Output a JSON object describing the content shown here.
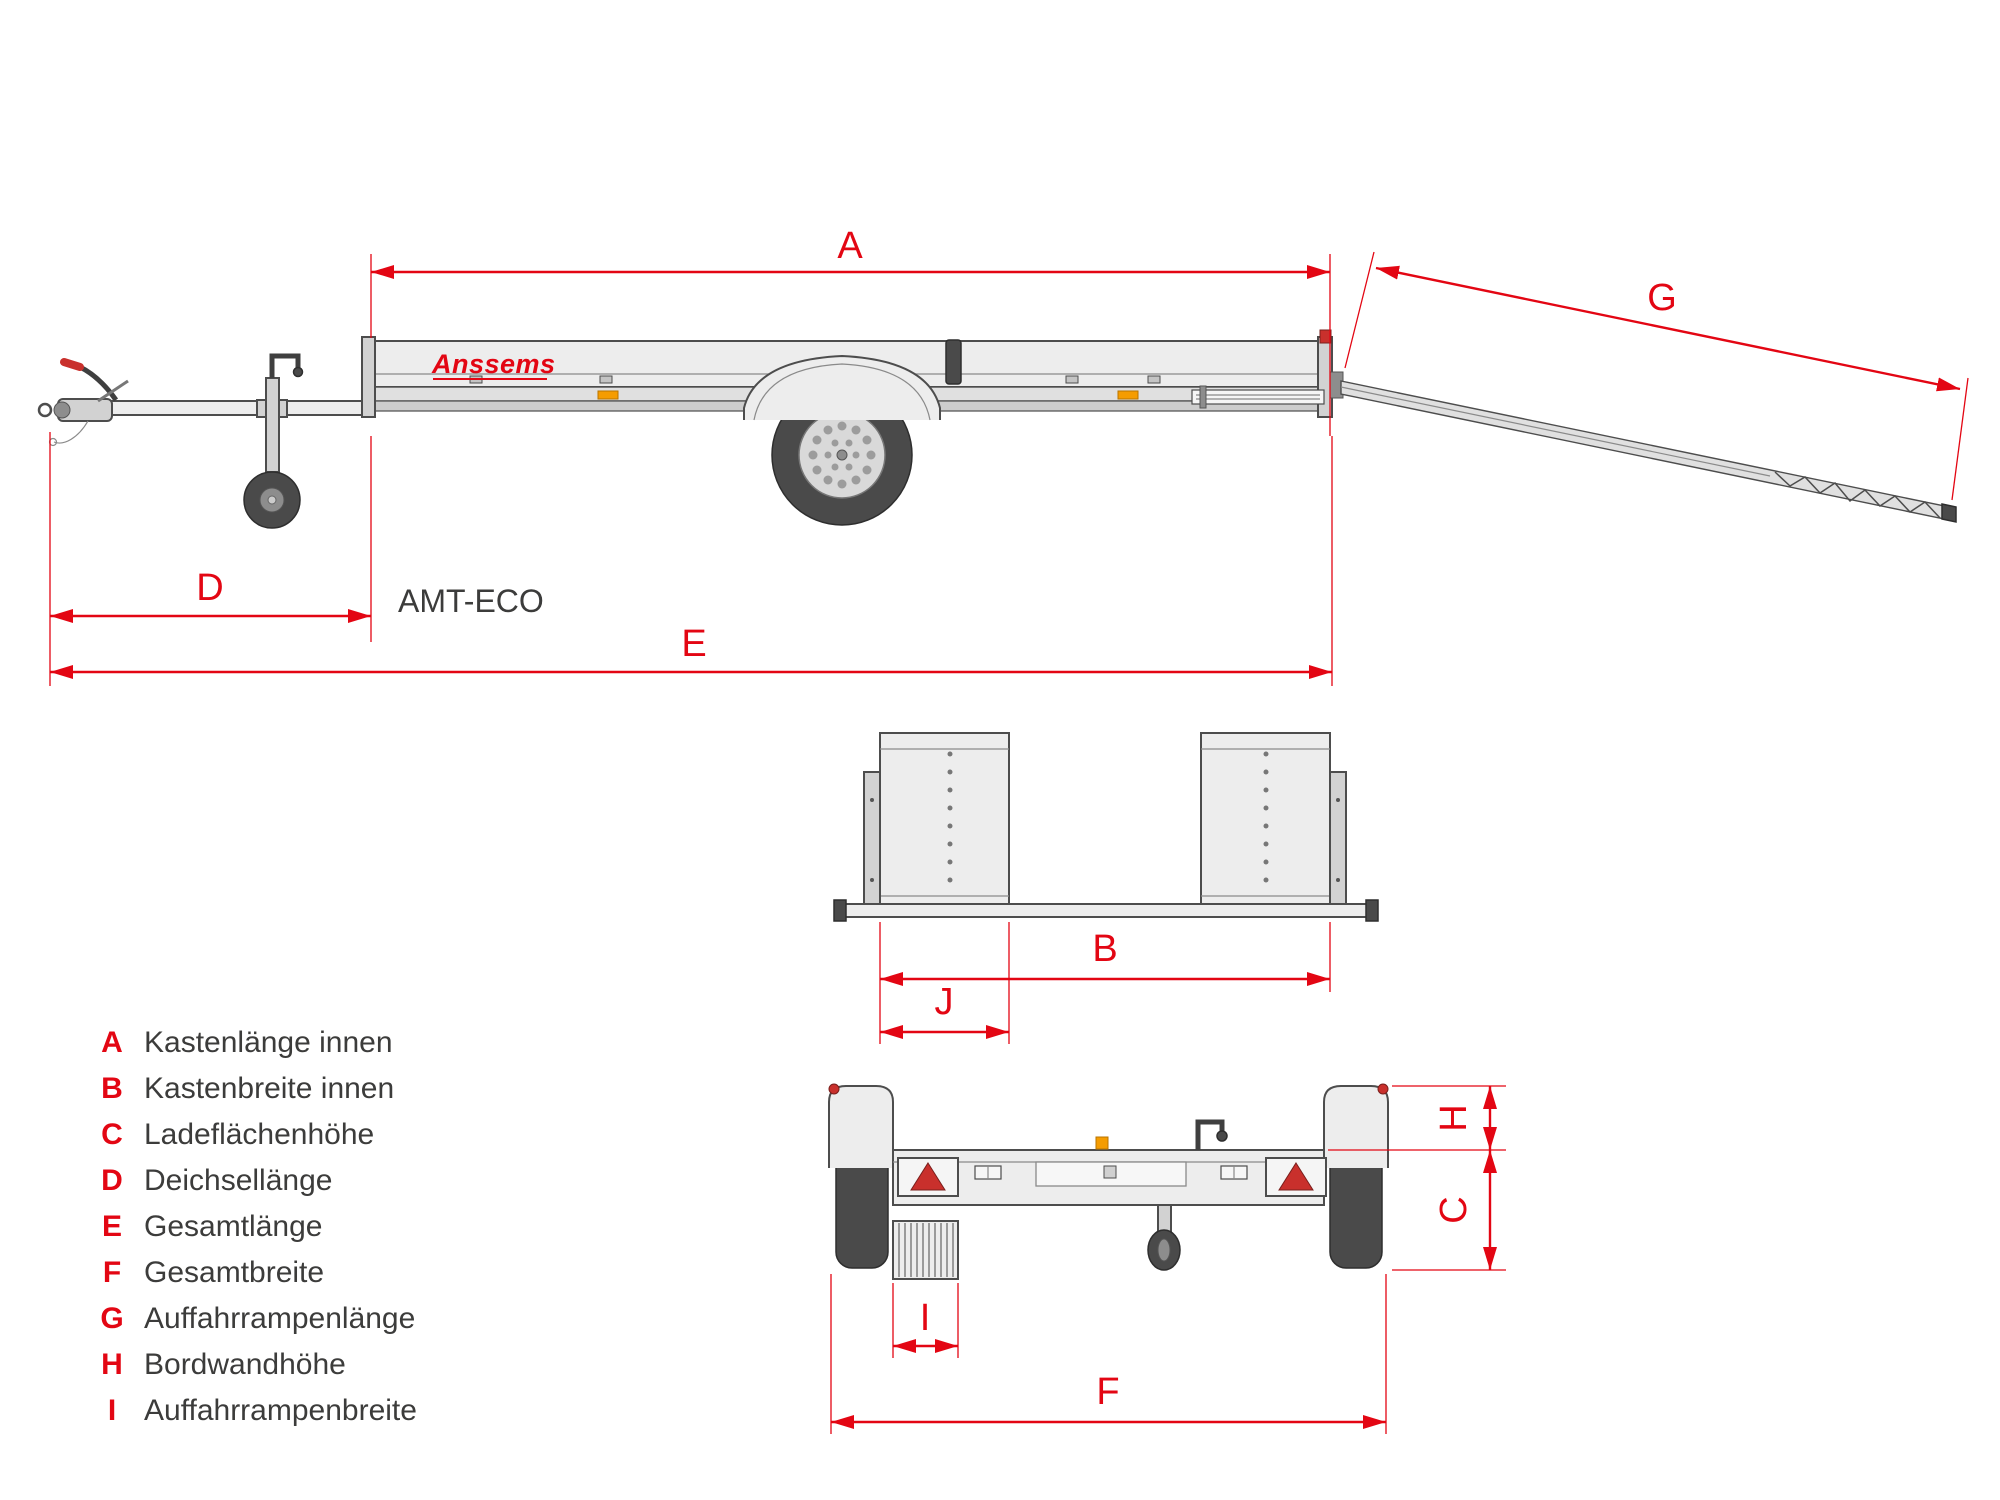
{
  "brand": {
    "logo_text": "Anssems",
    "model_label": "AMT-ECO"
  },
  "dims": {
    "A": "A",
    "B": "B",
    "C": "C",
    "D": "D",
    "E": "E",
    "F": "F",
    "G": "G",
    "H": "H",
    "I": "I",
    "J": "J"
  },
  "legend": {
    "items": [
      {
        "key": "A",
        "label": "Kastenlänge innen"
      },
      {
        "key": "B",
        "label": "Kastenbreite innen"
      },
      {
        "key": "C",
        "label": "Ladeflächenhöhe"
      },
      {
        "key": "D",
        "label": "Deichsellänge"
      },
      {
        "key": "E",
        "label": "Gesamtlänge"
      },
      {
        "key": "F",
        "label": "Gesamtbreite"
      },
      {
        "key": "G",
        "label": "Auffahrrampenlänge"
      },
      {
        "key": "H",
        "label": "Bordwandhöhe"
      },
      {
        "key": "I",
        "label": "Auffahrrampenbreite"
      }
    ]
  },
  "colors": {
    "dimension_red": "#e30613",
    "outline_gray": "#4d4d4d",
    "body_fill": "#ededed",
    "text_dark": "#3c3c3b",
    "reflector_orange": "#f59c00",
    "light_red": "#c9302c"
  }
}
